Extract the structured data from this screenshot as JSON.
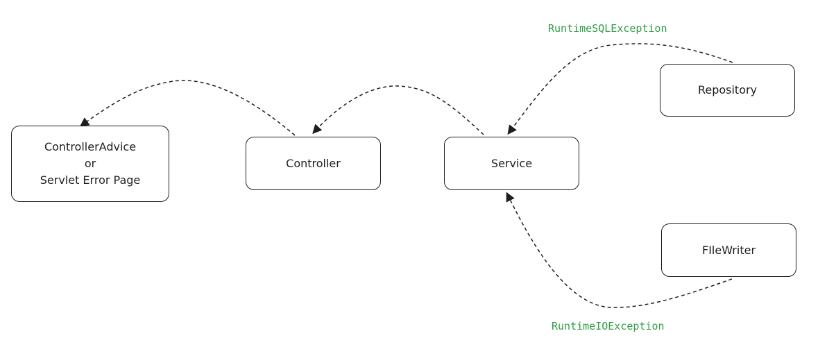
{
  "nodes": {
    "advice": {
      "lines": [
        "ControllerAdvice",
        "or",
        "Servlet Error Page"
      ]
    },
    "controller": {
      "label": "Controller"
    },
    "service": {
      "label": "Service"
    },
    "repository": {
      "label": "Repository"
    },
    "filewriter": {
      "label": "FIleWriter"
    }
  },
  "edges": [
    {
      "from": "controller",
      "to": "advice",
      "label": ""
    },
    {
      "from": "service",
      "to": "controller",
      "label": ""
    },
    {
      "from": "repository",
      "to": "service",
      "label": "RuntimeSQLException"
    },
    {
      "from": "filewriter",
      "to": "service",
      "label": "RuntimeIOException"
    }
  ],
  "colors": {
    "stroke": "#1e1e1e",
    "label": "#2f9e44",
    "background": "#ffffff"
  }
}
